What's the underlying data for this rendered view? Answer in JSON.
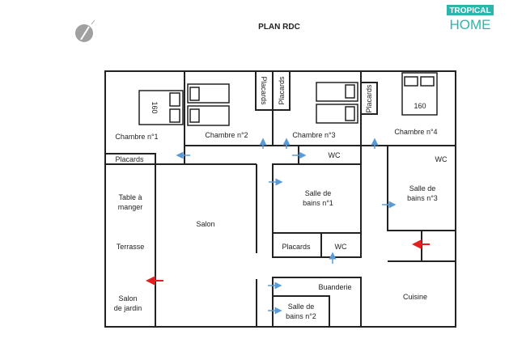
{
  "title": "PLAN RDC",
  "logo": {
    "line1": "TROPICAL",
    "line2": "HOME",
    "color": "#2bb5ad"
  },
  "compass_icon": "compass-icon",
  "rooms": {
    "chambre1": "Chambre n°1",
    "chambre2": "Chambre n°2",
    "chambre3": "Chambre n°3",
    "chambre4": "Chambre n°4",
    "placards_ch1": "Placards",
    "placards_a": "Placards",
    "placards_b": "Placards",
    "placards_ch4": "Placards",
    "placards_sdb1": "Placards",
    "wc_top": "WC",
    "wc_sdb1": "WC",
    "wc_sdb3": "WC",
    "sdb1_l1": "Salle de",
    "sdb1_l2": "bains n°1",
    "sdb2_l1": "Salle de",
    "sdb2_l2": "bains n°2",
    "sdb3_l1": "Salle de",
    "sdb3_l2": "bains n°3",
    "buanderie": "Buanderie",
    "cuisine": "Cuisine",
    "salon": "Salon",
    "table_l1": "Table à",
    "table_l2": "manger",
    "terrasse": "Terrasse",
    "salonjardin_l1": "Salon",
    "salonjardin_l2": "de jardin"
  },
  "beds": {
    "ch1": "160",
    "ch4": "160"
  },
  "colors": {
    "door_arrow": "#5b9bd5",
    "exit_arrow": "#e02020"
  }
}
